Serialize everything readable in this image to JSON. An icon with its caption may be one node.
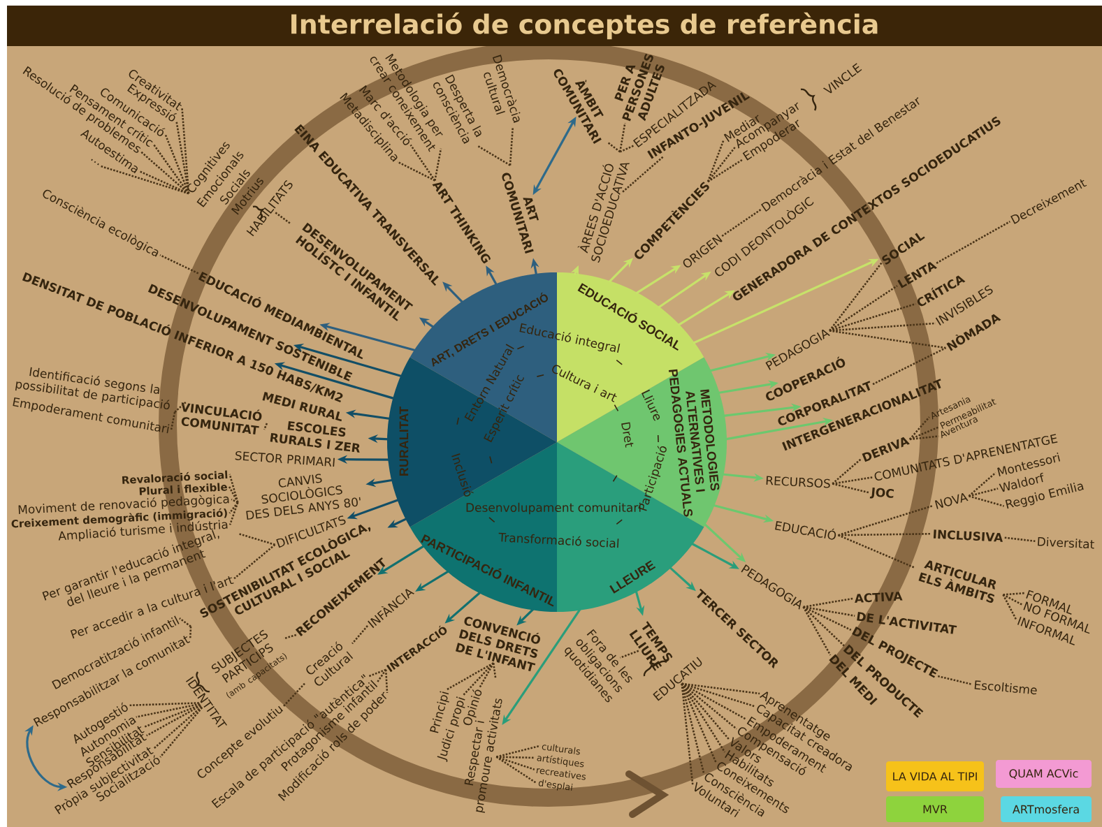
{
  "diagram": {
    "title": "Interrelació de conceptes de referència",
    "nodes": [
      {
        "text": [
          "ART, DRETS I EDUCACIÓ"
        ]
      },
      {
        "text": [
          "EDUCACIÓ SOCIAL"
        ]
      },
      {
        "text": [
          "METODOLOGIES ALTERNATIVES I PEDAGOGIES ACTUALS"
        ]
      },
      {
        "text": [
          "LLEURE"
        ]
      },
      {
        "text": [
          "PARTICIPACIÓ INFANTIL"
        ]
      },
      {
        "text": [
          "RURALITAT"
        ]
      },
      {
        "text": [
          "ART COMUNITARI"
        ]
      },
      {
        "text": [
          "Desperta la consciència"
        ]
      },
      {
        "text": [
          "Democràcia cultural"
        ]
      },
      {
        "text": [
          "ART THINKING"
        ]
      },
      {
        "text": [
          "Metadisciplina"
        ]
      },
      {
        "text": [
          "Marc d'acció"
        ]
      },
      {
        "text": [
          "Metodologia per crear coneixement"
        ]
      },
      {
        "text": [
          "EINA EDUCATIVA TRANSVERSAL"
        ]
      },
      {
        "text": [
          "DESENVOLUPAMENT HOLÍSTC I INFANTIL"
        ]
      },
      {
        "text": [
          "HABILITATS"
        ]
      },
      {
        "text": [
          "Cognitives"
        ]
      },
      {
        "text": [
          "Emocionals"
        ]
      },
      {
        "text": [
          "Socials"
        ]
      },
      {
        "text": [
          "Motrius"
        ]
      },
      {
        "text": [
          "Creativitat"
        ]
      },
      {
        "text": [
          "Expressió"
        ]
      },
      {
        "text": [
          "Comunicació"
        ]
      },
      {
        "text": [
          "Pensament crític"
        ]
      },
      {
        "text": [
          "Resolució de problemes"
        ]
      },
      {
        "text": [
          "Autoestima"
        ]
      },
      {
        "text": [
          "..."
        ]
      },
      {
        "text": [
          "EDUCACIÓ MEDIAMBIENTAL"
        ]
      },
      {
        "text": [
          "Consciència ecològica"
        ]
      },
      {
        "text": [
          "DESENVOLUPAMENT SOSTENIBLE"
        ]
      },
      {
        "text": [
          "DENSITAT DE POBLACIÓ INFERIOR A 150 HABS/KM2"
        ]
      },
      {
        "text": [
          "MEDI RURAL"
        ]
      },
      {
        "text": [
          "ESCOLES RURALS I ZER"
        ]
      },
      {
        "text": [
          "VINCULACIÓ COMUNITAT"
        ]
      },
      {
        "text": [
          "Identificació segons la possibilitat de participació"
        ]
      },
      {
        "text": [
          "Empoderament comunitari"
        ]
      },
      {
        "text": [
          "SECTOR PRIMARI"
        ]
      },
      {
        "text": [
          "CANVIS SOCIOLÒGICS DES DELS ANYS 80'"
        ]
      },
      {
        "text": [
          "Revaloració social"
        ]
      },
      {
        "text": [
          "Plural i flexible"
        ]
      },
      {
        "text": [
          "Moviment de renovació pedagògica"
        ]
      },
      {
        "text": [
          "Creixement demogràfic (immigració)"
        ]
      },
      {
        "text": [
          "Ampliació turisme i indústria"
        ]
      },
      {
        "text": [
          "DIFICULTATS"
        ]
      },
      {
        "text": [
          "Per garantir l'educació integral, del lleure i la permanent"
        ]
      },
      {
        "text": [
          "Per accedir a la cultura i l'art"
        ]
      },
      {
        "text": [
          "SOSTENIBILITAT ECOLÒGICA, CULTURAL I SOCIAL"
        ]
      },
      {
        "text": [
          "Democratització infantil"
        ]
      },
      {
        "text": [
          "Responsabilitzar la comunitat"
        ]
      },
      {
        "text": [
          "RECONEIXEMENT"
        ]
      },
      {
        "text": [
          "SUBJECTES PARTICIPS",
          "(amb capacitats)"
        ]
      },
      {
        "text": [
          "IDENTITAT"
        ]
      },
      {
        "text": [
          "Autogestió"
        ]
      },
      {
        "text": [
          "Autonomia"
        ]
      },
      {
        "text": [
          "Sensibilitat"
        ]
      },
      {
        "text": [
          "Responsabilitat"
        ]
      },
      {
        "text": [
          "Pròpia subjectivitat"
        ]
      },
      {
        "text": [
          "Socialització"
        ]
      },
      {
        "text": [
          "INFÀNCIA"
        ]
      },
      {
        "text": [
          "Creació Cultural"
        ]
      },
      {
        "text": [
          "Concepte evolutiu"
        ]
      },
      {
        "text": [
          "INTERACCIÓ"
        ]
      },
      {
        "text": [
          "Escala de participació \"autèntica\""
        ]
      },
      {
        "text": [
          "Protagonisme infantil"
        ]
      },
      {
        "text": [
          "Modificació rols de poder"
        ]
      },
      {
        "text": [
          "CONVENCIÓ DELS DRETS DE L'INFANT"
        ]
      },
      {
        "text": [
          "Principi"
        ]
      },
      {
        "text": [
          "Judici propi"
        ]
      },
      {
        "text": [
          "Opinió"
        ]
      },
      {
        "text": [
          "Respectar i promoure activitats"
        ]
      },
      {
        "text": [
          "culturals"
        ]
      },
      {
        "text": [
          "artístiques"
        ]
      },
      {
        "text": [
          "recreatives"
        ]
      },
      {
        "text": [
          "d'esplai"
        ]
      },
      {
        "text": [
          "Fora de les obligacions quotidianes"
        ]
      },
      {
        "text": [
          "TEMPS LLIURE"
        ]
      },
      {
        "text": [
          "EDUCATIU"
        ]
      },
      {
        "text": [
          "Aprenentatge"
        ]
      },
      {
        "text": [
          "Capacitat creadora"
        ]
      },
      {
        "text": [
          "Empoderament"
        ]
      },
      {
        "text": [
          "Compensació"
        ]
      },
      {
        "text": [
          "Valors"
        ]
      },
      {
        "text": [
          "Habilitats"
        ]
      },
      {
        "text": [
          "Coneixements"
        ]
      },
      {
        "text": [
          "Consciència"
        ]
      },
      {
        "text": [
          "Voluntari"
        ]
      },
      {
        "text": [
          "TERCER SECTOR"
        ]
      },
      {
        "text": [
          "PEDAGOGIA"
        ]
      },
      {
        "text": [
          "ACTIVA"
        ]
      },
      {
        "text": [
          "DE L'ACTIVITAT"
        ]
      },
      {
        "text": [
          "DEL PROJECTE"
        ]
      },
      {
        "text": [
          "DEL PRODUCTE"
        ]
      },
      {
        "text": [
          "DEL MEDI"
        ]
      },
      {
        "text": [
          "Escoltisme"
        ]
      },
      {
        "text": [
          "EDUCACIÓ"
        ]
      },
      {
        "text": [
          "NOVA"
        ]
      },
      {
        "text": [
          "Montessori"
        ]
      },
      {
        "text": [
          "Waldorf"
        ]
      },
      {
        "text": [
          "Reggio Emilia"
        ]
      },
      {
        "text": [
          "INCLUSIVA"
        ]
      },
      {
        "text": [
          "Diversitat"
        ]
      },
      {
        "text": [
          "ARTICULAR ELS ÀMBITS"
        ]
      },
      {
        "text": [
          "FORMAL"
        ]
      },
      {
        "text": [
          "NO FORMAL"
        ]
      },
      {
        "text": [
          "INFORMAL"
        ]
      },
      {
        "text": [
          "RECURSOS"
        ]
      },
      {
        "text": [
          "DERIVA"
        ]
      },
      {
        "text": [
          "Artesania"
        ]
      },
      {
        "text": [
          "Permeabilitat"
        ]
      },
      {
        "text": [
          "Aventura"
        ]
      },
      {
        "text": [
          "COMUNITATS D'APRENENTATGE"
        ]
      },
      {
        "text": [
          "JOC"
        ]
      },
      {
        "text": [
          "INTERGENERACIONALITAT"
        ]
      },
      {
        "text": [
          "CORPORALITAT"
        ]
      },
      {
        "text": [
          "COOPERACIÓ"
        ]
      },
      {
        "text": [
          "PEDAGOGIA"
        ]
      },
      {
        "text": [
          "SOCIAL"
        ]
      },
      {
        "text": [
          "LENTA"
        ]
      },
      {
        "text": [
          "CRÍTICA"
        ]
      },
      {
        "text": [
          "INVISIBLES"
        ]
      },
      {
        "text": [
          "NÒMADA"
        ]
      },
      {
        "text": [
          "Decreixement"
        ]
      },
      {
        "text": [
          "GENERADORA DE CONTEXTOS SOCIOEDUCATIUS"
        ]
      },
      {
        "text": [
          "CODI DEONTOLÒGIC"
        ]
      },
      {
        "text": [
          "ORIGEN"
        ]
      },
      {
        "text": [
          "Democràcia i Estat del Benestar"
        ]
      },
      {
        "text": [
          "COMPETÈNCIES"
        ]
      },
      {
        "text": [
          "Mediar"
        ]
      },
      {
        "text": [
          "Acompanyar"
        ]
      },
      {
        "text": [
          "Empoderar"
        ]
      },
      {
        "text": [
          "VINCLE"
        ]
      },
      {
        "text": [
          "ÀREES D'ACCIÓ SOCIOEDUCATIVA"
        ]
      },
      {
        "text": [
          "ÀMBIT COMUNITARI"
        ]
      },
      {
        "text": [
          "PER A PERSONES ADULTES"
        ]
      },
      {
        "text": [
          "ESPECIALITZADA"
        ]
      },
      {
        "text": [
          "INFANTO-JUVENIL"
        ]
      }
    ],
    "edges": [
      {
        "from": 0,
        "to": 6,
        "arrow": "to",
        "color": "#2e5f7e"
      },
      {
        "from": 0,
        "to": 9,
        "arrow": "to",
        "color": "#2e5f7e"
      },
      {
        "from": 0,
        "to": 13,
        "arrow": "to",
        "color": "#2e5f7e"
      },
      {
        "from": 0,
        "to": 14,
        "arrow": "to",
        "color": "#2e5f7e"
      },
      {
        "from": 0,
        "to": 27,
        "arrow": "to",
        "color": "#2e5f7e"
      },
      {
        "from": 5,
        "to": 29,
        "arrow": "to",
        "color": "#124e66"
      },
      {
        "from": 5,
        "to": 30,
        "arrow": "to",
        "color": "#124e66"
      },
      {
        "from": 5,
        "to": 31,
        "arrow": "to",
        "color": "#124e66"
      },
      {
        "from": 5,
        "to": 32,
        "arrow": "to",
        "color": "#124e66"
      },
      {
        "from": 5,
        "to": 36,
        "arrow": "to",
        "color": "#124e66"
      },
      {
        "from": 5,
        "to": 37,
        "arrow": "to",
        "color": "#124e66"
      },
      {
        "from": 5,
        "to": 43,
        "arrow": "to",
        "color": "#124e66"
      },
      {
        "from": 5,
        "to": 46,
        "arrow": "to",
        "color": "#124e66"
      },
      {
        "from": 4,
        "to": 49,
        "arrow": "to",
        "color": "#12706f"
      },
      {
        "from": 4,
        "to": 58,
        "arrow": "to",
        "color": "#12706f"
      },
      {
        "from": 4,
        "to": 61,
        "arrow": "to",
        "color": "#12706f"
      },
      {
        "from": 4,
        "to": 65,
        "arrow": "to",
        "color": "#12706f"
      },
      {
        "from": 3,
        "to": 69,
        "arrow": "to",
        "color": "#2a9d7a"
      },
      {
        "from": 3,
        "to": 75,
        "arrow": "to",
        "color": "#2a9d7a"
      },
      {
        "from": 3,
        "to": 86,
        "arrow": "to",
        "color": "#2a9d7a"
      },
      {
        "from": 3,
        "to": 87,
        "arrow": "to",
        "color": "#2a9d7a"
      },
      {
        "from": 2,
        "to": 87,
        "arrow": "to",
        "color": "#6cc86e"
      },
      {
        "from": 2,
        "to": 94,
        "arrow": "to",
        "color": "#6cc86e"
      },
      {
        "from": 2,
        "to": 105,
        "arrow": "to",
        "color": "#6cc86e"
      },
      {
        "from": 2,
        "to": 112,
        "arrow": "to",
        "color": "#6cc86e"
      },
      {
        "from": 2,
        "to": 113,
        "arrow": "to",
        "color": "#6cc86e"
      },
      {
        "from": 2,
        "to": 114,
        "arrow": "to",
        "color": "#6cc86e"
      },
      {
        "from": 2,
        "to": 115,
        "arrow": "to",
        "color": "#6cc86e"
      },
      {
        "from": 1,
        "to": 116,
        "arrow": "to",
        "color": "#c7e26a"
      },
      {
        "from": 1,
        "to": 122,
        "arrow": "to",
        "color": "#c7e26a"
      },
      {
        "from": 1,
        "to": 123,
        "arrow": "to",
        "color": "#c7e26a"
      },
      {
        "from": 1,
        "to": 124,
        "arrow": "to",
        "color": "#c7e26a"
      },
      {
        "from": 1,
        "to": 126,
        "arrow": "to",
        "color": "#c7e26a"
      },
      {
        "from": 1,
        "to": 131,
        "arrow": "to",
        "color": "#c7e26a"
      },
      {
        "from": 132,
        "to": 6,
        "arrow": "both",
        "color": "#2e6a8a"
      },
      {
        "from": 48,
        "to": 55,
        "arrow": "both",
        "color": "#2e6a8a"
      },
      {
        "from": 9,
        "to": 10,
        "arrow": "none",
        "style": "dashed"
      },
      {
        "from": 9,
        "to": 11,
        "arrow": "none",
        "style": "dashed"
      },
      {
        "from": 9,
        "to": 12,
        "arrow": "none",
        "style": "dashed"
      },
      {
        "from": 6,
        "to": 7,
        "arrow": "none",
        "style": "dashed"
      },
      {
        "from": 6,
        "to": 8,
        "arrow": "none",
        "style": "dashed"
      },
      {
        "from": 14,
        "to": 15,
        "arrow": "none",
        "style": "dashed"
      },
      {
        "from": 16,
        "to": 20,
        "arrow": "none",
        "style": "dashed"
      },
      {
        "from": 16,
        "to": 21,
        "arrow": "none",
        "style": "dashed"
      },
      {
        "from": 16,
        "to": 22,
        "arrow": "none",
        "style": "dashed"
      },
      {
        "from": 16,
        "to": 23,
        "arrow": "none",
        "style": "dashed"
      },
      {
        "from": 16,
        "to": 24,
        "arrow": "none",
        "style": "dashed"
      },
      {
        "from": 16,
        "to": 25,
        "arrow": "none",
        "style": "dashed"
      },
      {
        "from": 16,
        "to": 26,
        "arrow": "none",
        "style": "dashed"
      },
      {
        "from": 27,
        "to": 28,
        "arrow": "none",
        "style": "dashed"
      },
      {
        "from": 33,
        "to": 32,
        "arrow": "none",
        "style": "dashed"
      },
      {
        "from": 33,
        "to": 34,
        "arrow": "none",
        "style": "dashed"
      },
      {
        "from": 33,
        "to": 35,
        "arrow": "none",
        "style": "dashed"
      },
      {
        "from": 37,
        "to": 38,
        "arrow": "none",
        "style": "dashed"
      },
      {
        "from": 37,
        "to": 39,
        "arrow": "none",
        "style": "dashed"
      },
      {
        "from": 37,
        "to": 40,
        "arrow": "none",
        "style": "dashed"
      },
      {
        "from": 37,
        "to": 41,
        "arrow": "none",
        "style": "dashed"
      },
      {
        "from": 37,
        "to": 42,
        "arrow": "none",
        "style": "dashed"
      },
      {
        "from": 43,
        "to": 44,
        "arrow": "none",
        "style": "dashed"
      },
      {
        "from": 43,
        "to": 45,
        "arrow": "none",
        "style": "dashed"
      },
      {
        "from": 46,
        "to": 47,
        "arrow": "none",
        "style": "dashed"
      },
      {
        "from": 46,
        "to": 48,
        "arrow": "none",
        "style": "dashed"
      },
      {
        "from": 49,
        "to": 50,
        "arrow": "none",
        "style": "dashed"
      },
      {
        "from": 51,
        "to": 52,
        "arrow": "none",
        "style": "dashed"
      },
      {
        "from": 51,
        "to": 53,
        "arrow": "none",
        "style": "dashed"
      },
      {
        "from": 51,
        "to": 54,
        "arrow": "none",
        "style": "dashed"
      },
      {
        "from": 51,
        "to": 55,
        "arrow": "none",
        "style": "dashed"
      },
      {
        "from": 51,
        "to": 56,
        "arrow": "none",
        "style": "dashed"
      },
      {
        "from": 51,
        "to": 57,
        "arrow": "none",
        "style": "dashed"
      },
      {
        "from": 58,
        "to": 59,
        "arrow": "none",
        "style": "dashed"
      },
      {
        "from": 59,
        "to": 60,
        "arrow": "none",
        "style": "dashed"
      },
      {
        "from": 61,
        "to": 62,
        "arrow": "none",
        "style": "dashed"
      },
      {
        "from": 61,
        "to": 63,
        "arrow": "none",
        "style": "dashed"
      },
      {
        "from": 61,
        "to": 64,
        "arrow": "none",
        "style": "dashed"
      },
      {
        "from": 65,
        "to": 66,
        "arrow": "none",
        "style": "dashed"
      },
      {
        "from": 65,
        "to": 67,
        "arrow": "none",
        "style": "dashed"
      },
      {
        "from": 65,
        "to": 68,
        "arrow": "none",
        "style": "dashed"
      },
      {
        "from": 65,
        "to": 69,
        "arrow": "none",
        "style": "dashed"
      },
      {
        "from": 69,
        "to": 70,
        "arrow": "none",
        "style": "dashed"
      },
      {
        "from": 69,
        "to": 71,
        "arrow": "none",
        "style": "dashed"
      },
      {
        "from": 69,
        "to": 72,
        "arrow": "none",
        "style": "dashed"
      },
      {
        "from": 69,
        "to": 73,
        "arrow": "none",
        "style": "dashed"
      },
      {
        "from": 75,
        "to": 74,
        "arrow": "none",
        "style": "dashed"
      },
      {
        "from": 76,
        "to": 77,
        "arrow": "none",
        "style": "dashed"
      },
      {
        "from": 76,
        "to": 78,
        "arrow": "none",
        "style": "dashed"
      },
      {
        "from": 76,
        "to": 79,
        "arrow": "none",
        "style": "dashed"
      },
      {
        "from": 76,
        "to": 80,
        "arrow": "none",
        "style": "dashed"
      },
      {
        "from": 76,
        "to": 81,
        "arrow": "none",
        "style": "dashed"
      },
      {
        "from": 76,
        "to": 82,
        "arrow": "none",
        "style": "dashed"
      },
      {
        "from": 76,
        "to": 83,
        "arrow": "none",
        "style": "dashed"
      },
      {
        "from": 76,
        "to": 84,
        "arrow": "none",
        "style": "dashed"
      },
      {
        "from": 76,
        "to": 85,
        "arrow": "none",
        "style": "dashed"
      },
      {
        "from": 87,
        "to": 88,
        "arrow": "none",
        "style": "dashed"
      },
      {
        "from": 87,
        "to": 89,
        "arrow": "none",
        "style": "dashed"
      },
      {
        "from": 87,
        "to": 90,
        "arrow": "none",
        "style": "dashed"
      },
      {
        "from": 87,
        "to": 91,
        "arrow": "none",
        "style": "dashed"
      },
      {
        "from": 87,
        "to": 92,
        "arrow": "none",
        "style": "dashed"
      },
      {
        "from": 90,
        "to": 93,
        "arrow": "none",
        "style": "dashed"
      },
      {
        "from": 94,
        "to": 95,
        "arrow": "none",
        "style": "dashed"
      },
      {
        "from": 94,
        "to": 99,
        "arrow": "none",
        "style": "dashed"
      },
      {
        "from": 94,
        "to": 101,
        "arrow": "none",
        "style": "dashed"
      },
      {
        "from": 95,
        "to": 96,
        "arrow": "none",
        "style": "dashed"
      },
      {
        "from": 95,
        "to": 97,
        "arrow": "none",
        "style": "dashed"
      },
      {
        "from": 95,
        "to": 98,
        "arrow": "none",
        "style": "dashed"
      },
      {
        "from": 99,
        "to": 100,
        "arrow": "none",
        "style": "dashed"
      },
      {
        "from": 101,
        "to": 102,
        "arrow": "none",
        "style": "dashed"
      },
      {
        "from": 101,
        "to": 103,
        "arrow": "none",
        "style": "dashed"
      },
      {
        "from": 101,
        "to": 104,
        "arrow": "none",
        "style": "dashed"
      },
      {
        "from": 105,
        "to": 106,
        "arrow": "none",
        "style": "dashed"
      },
      {
        "from": 105,
        "to": 110,
        "arrow": "none",
        "style": "dashed"
      },
      {
        "from": 105,
        "to": 111,
        "arrow": "none",
        "style": "dashed"
      },
      {
        "from": 106,
        "to": 107,
        "arrow": "none",
        "style": "dashed"
      },
      {
        "from": 106,
        "to": 108,
        "arrow": "none",
        "style": "dashed"
      },
      {
        "from": 106,
        "to": 109,
        "arrow": "none",
        "style": "dashed"
      },
      {
        "from": 113,
        "to": 120,
        "arrow": "none",
        "style": "dashed"
      },
      {
        "from": 115,
        "to": 116,
        "arrow": "none",
        "style": "dashed"
      },
      {
        "from": 115,
        "to": 117,
        "arrow": "none",
        "style": "dashed"
      },
      {
        "from": 115,
        "to": 118,
        "arrow": "none",
        "style": "dashed"
      },
      {
        "from": 115,
        "to": 119,
        "arrow": "none",
        "style": "dashed"
      },
      {
        "from": 115,
        "to": 120,
        "arrow": "none",
        "style": "dashed"
      },
      {
        "from": 117,
        "to": 121,
        "arrow": "none",
        "style": "dashed"
      },
      {
        "from": 124,
        "to": 125,
        "arrow": "none",
        "style": "dashed"
      },
      {
        "from": 126,
        "to": 127,
        "arrow": "none",
        "style": "dashed"
      },
      {
        "from": 126,
        "to": 128,
        "arrow": "none",
        "style": "dashed"
      },
      {
        "from": 126,
        "to": 129,
        "arrow": "none",
        "style": "dashed"
      },
      {
        "from": 131,
        "to": 132,
        "arrow": "none",
        "style": "dashed"
      },
      {
        "from": 131,
        "to": 133,
        "arrow": "none",
        "style": "dashed"
      },
      {
        "from": 131,
        "to": 134,
        "arrow": "none",
        "style": "dashed"
      },
      {
        "from": 131,
        "to": 135,
        "arrow": "none",
        "style": "dashed"
      }
    ],
    "labels": [
      "Entorn Natural",
      "Educació integral",
      "Lliure",
      "Participació",
      "Transformació social",
      "Inclusió",
      "Esperit crític",
      "Cultura i art",
      "Dret",
      "Desenvolupament comunitari"
    ],
    "legend": [
      {
        "text": "LA VIDA AL TIPI",
        "color": "#f6c21a"
      },
      {
        "text": "QUAM ACVic",
        "color": "#f39ad3"
      },
      {
        "text": "MVR",
        "color": "#8ed33d"
      },
      {
        "text": "ARTmosfera",
        "color": "#5bd8e3"
      }
    ]
  }
}
